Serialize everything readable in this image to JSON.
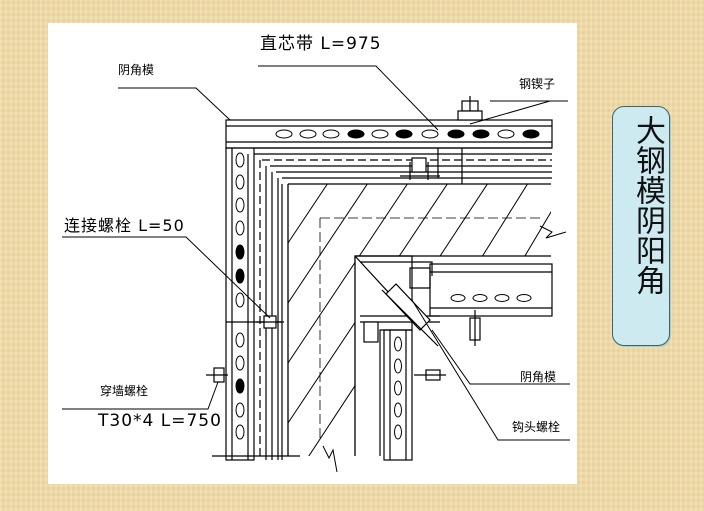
{
  "labels": {
    "straight_belt": "直芯带 L=975",
    "inner_corner_top": "阴角模",
    "steel_wedge": "钢锲子",
    "connect_bolt": "连接螺栓 L=50",
    "wall_bolt": "穿墙螺栓",
    "wall_bolt_spec": "T30*4 L=750",
    "inner_corner_right": "阴角模",
    "hook_bolt": "钩头螺栓"
  },
  "title": "大钢模阴阳角",
  "colors": {
    "background": "#f0dca9",
    "title_fill": "#cdeaf0",
    "title_border": "#3d6470",
    "line": "#000000"
  }
}
